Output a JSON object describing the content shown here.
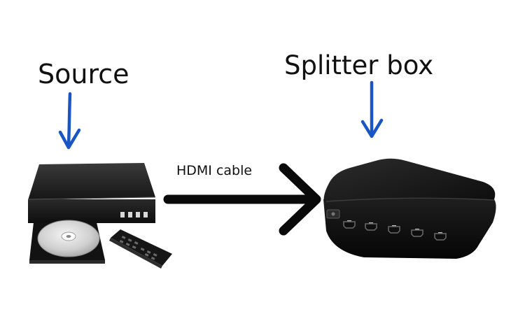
{
  "diagram": {
    "source_label": "Source",
    "splitter_label": "Splitter box",
    "cable_label": "HDMI cable"
  },
  "colors": {
    "pointer_arrow": "#1a55c4",
    "cable_arrow": "#0a0a0a",
    "device_body": "#1b1b1b"
  },
  "icons": {
    "source_device": "dvd-player-icon",
    "disc": "disc-icon",
    "remote": "remote-control-icon",
    "splitter_device": "hdmi-splitter-icon"
  }
}
